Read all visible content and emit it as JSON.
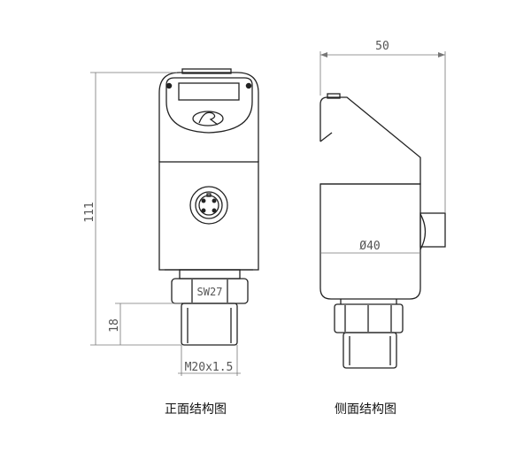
{
  "dimensions": {
    "height_total": "111",
    "thread_length": "18",
    "thread_spec": "M20x1.5",
    "wrench_size": "SW27",
    "width": "50",
    "diameter": "Ø40"
  },
  "captions": {
    "front_view": "正面结构图",
    "side_view": "侧面结构图"
  },
  "colors": {
    "line": "#222222",
    "dim_line": "#777777",
    "dim_text": "#555555"
  }
}
